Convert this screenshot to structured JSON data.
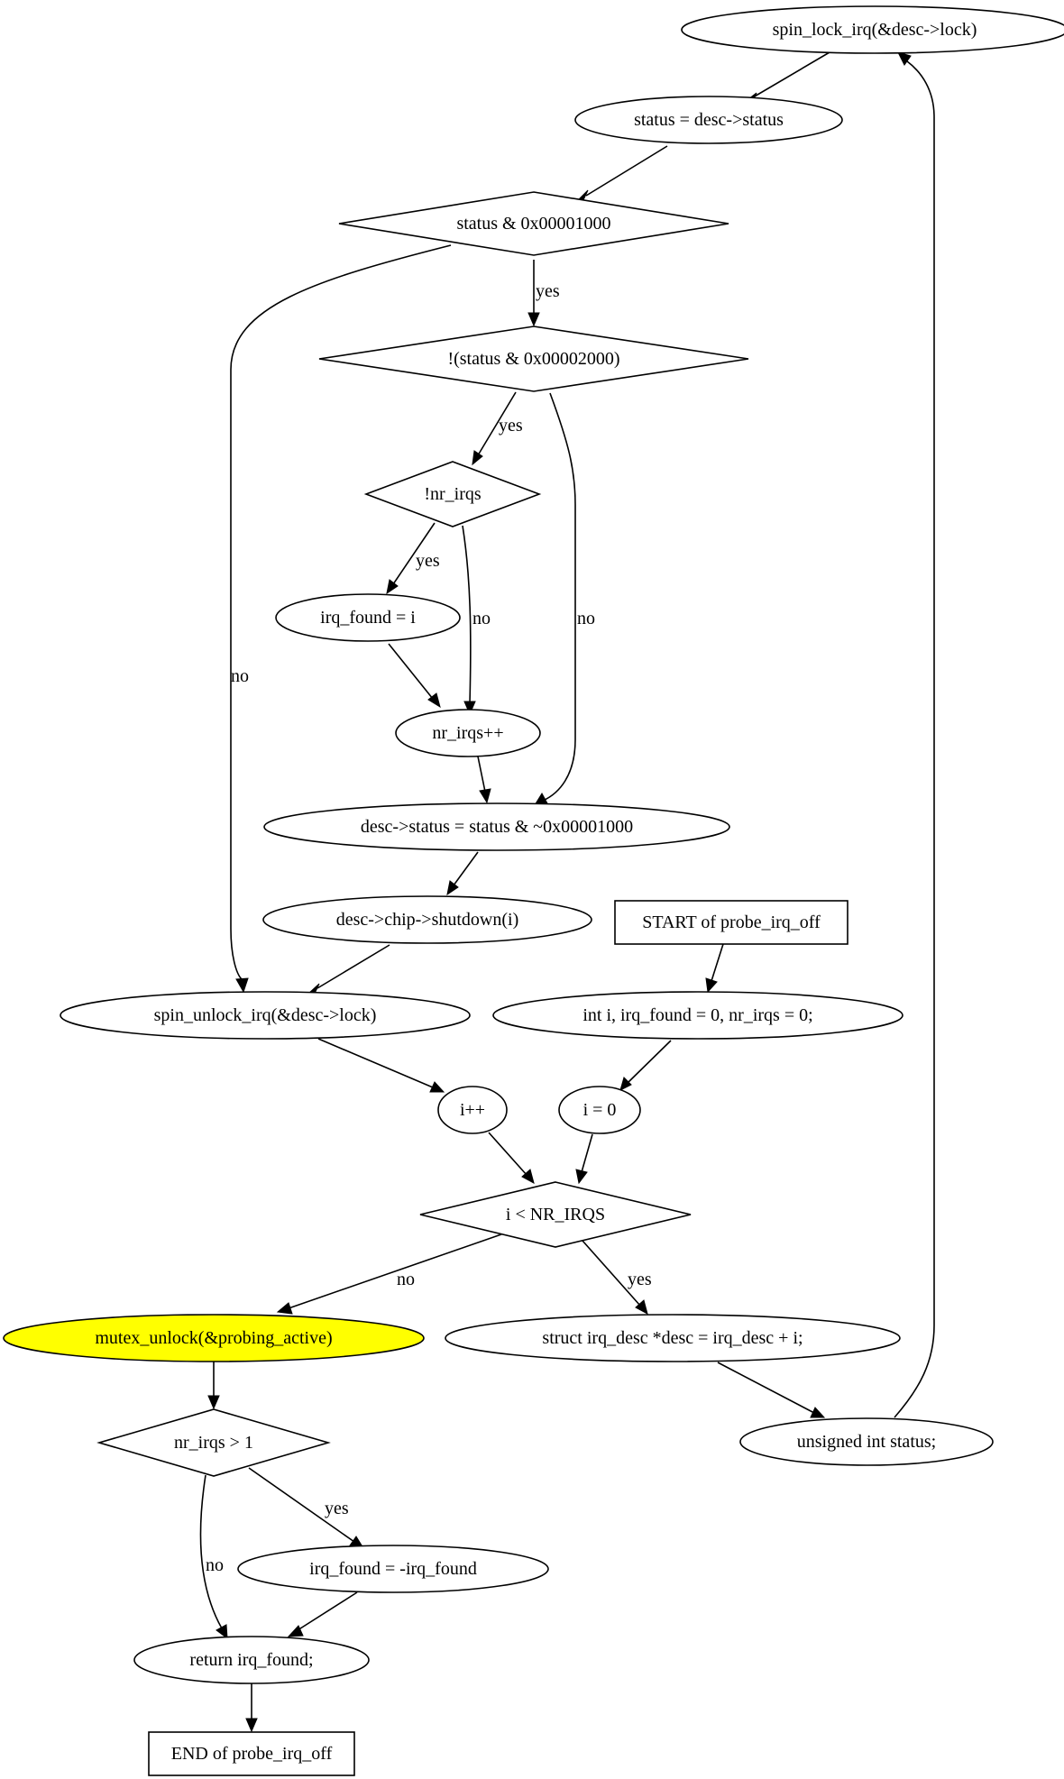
{
  "colors": {
    "highlight": "#ffff00",
    "stroke": "#000000",
    "background": "#ffffff"
  },
  "nodes": {
    "spin_lock": "spin_lock_irq(&desc->lock)",
    "status_assign": "status = desc->status",
    "cond_status": "status & 0x00001000",
    "cond_not_status": "!(status & 0x00002000)",
    "cond_nr_irqs": "!nr_irqs",
    "irq_found_i": "irq_found = i",
    "nr_irqs_inc": "nr_irqs++",
    "desc_status_assign": "desc->status = status & ~0x00001000",
    "chip_shutdown": "desc->chip->shutdown(i)",
    "start": "START of probe_irq_off",
    "spin_unlock": "spin_unlock_irq(&desc->lock)",
    "decl_vars": "int i, irq_found = 0, nr_irqs = 0;",
    "i_inc": "i++",
    "i_init": "i = 0",
    "cond_loop": "i < NR_IRQS",
    "mutex_unlock": "mutex_unlock(&probing_active)",
    "desc_decl": "struct irq_desc *desc = irq_desc + i;",
    "cond_count": "nr_irqs > 1",
    "status_decl": "unsigned int status;",
    "negate_found": "irq_found = -irq_found",
    "return_found": "return irq_found;",
    "end": "END of probe_irq_off"
  },
  "edge_labels": {
    "status_yes": "yes",
    "status_no": "no",
    "not_status_yes": "yes",
    "not_status_no": "no",
    "nr_irqs_yes": "yes",
    "nr_irqs_no": "no",
    "loop_no": "no",
    "loop_yes": "yes",
    "count_yes": "yes",
    "count_no": "no"
  }
}
